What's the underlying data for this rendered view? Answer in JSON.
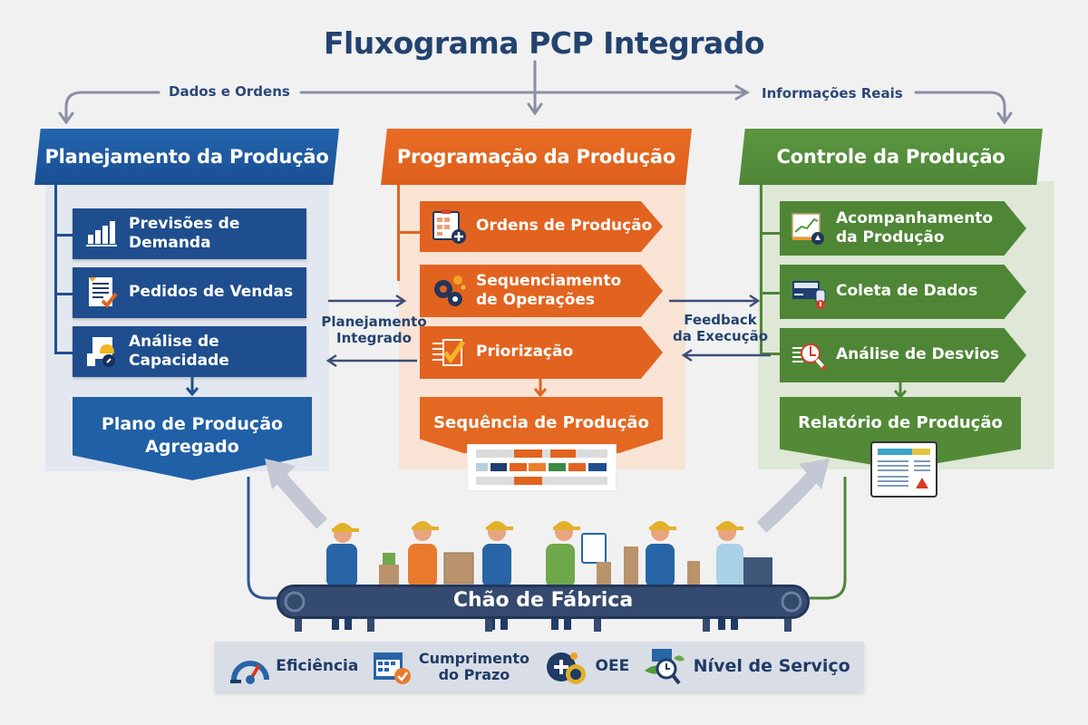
{
  "title": "Fluxograma PCP Integrado",
  "flows": {
    "top_left": "Dados e Ordens",
    "top_right": "Informações Reais",
    "middle_left": [
      "Planejamento",
      "Integrado"
    ],
    "middle_right": [
      "Feedback",
      "da Execução"
    ]
  },
  "columns": [
    {
      "header": "Planejamento da Produção",
      "color": "#1f4e8e",
      "items": [
        {
          "label": "Previsões de Demanda",
          "icon": "bar-chart-icon"
        },
        {
          "label": "Pedidos de Vendas",
          "icon": "document-check-icon"
        },
        {
          "label": "Análise de Capacidade",
          "icon": "capacity-icon"
        }
      ],
      "output": [
        "Plano de Produção",
        "Agregado"
      ]
    },
    {
      "header": "Programação da Produção",
      "color": "#e2631f",
      "items": [
        {
          "label": "Ordens de Produção",
          "icon": "clipboard-plus-icon"
        },
        {
          "label": "Sequenciamento de Operações",
          "label_lines": [
            "Sequenciamento",
            "de Operações"
          ],
          "icon": "gears-icon"
        },
        {
          "label": "Priorização",
          "icon": "checklist-icon"
        }
      ],
      "output": [
        "Sequência de Produção"
      ]
    },
    {
      "header": "Controle da Produção",
      "color": "#4e8636",
      "items": [
        {
          "label": "Acompanhamento da Produção",
          "label_lines": [
            "Acompanhamento",
            "da Produção"
          ],
          "icon": "monitor-chart-icon"
        },
        {
          "label": "Coleta de Dados",
          "icon": "data-terminal-icon"
        },
        {
          "label": "Análise de Desvios",
          "icon": "magnifier-chart-icon"
        }
      ],
      "output": [
        "Relatório de Produção"
      ]
    }
  ],
  "shop_floor": {
    "label": "Chão de Fábrica",
    "workers": 6
  },
  "kpis": [
    {
      "label": [
        "Eficiência"
      ],
      "icon": "gauge-icon"
    },
    {
      "label": [
        "Cumprimento",
        "do Prazo"
      ],
      "icon": "calendar-check-icon"
    },
    {
      "label": [
        "OEE"
      ],
      "icon": "gear-plus-icon"
    },
    {
      "label": [
        "Nível de Serviço"
      ],
      "icon": "service-magnifier-icon"
    }
  ],
  "colors": {
    "title": "#23436f",
    "blue": "#1f4e8e",
    "orange": "#e2631f",
    "green": "#4e8636",
    "background": "#f1f1f2"
  }
}
